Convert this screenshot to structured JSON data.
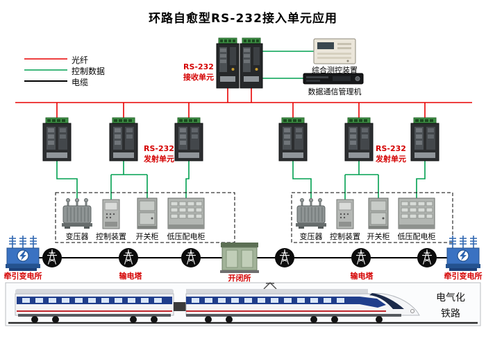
{
  "title": "环路自愈型RS-232接入单元应用",
  "colors": {
    "fiber_red": "#e80000",
    "control_green": "#00a050",
    "cable_black": "#000000",
    "label_red": "#d40000"
  },
  "legend": {
    "fiber": "光纤",
    "control_data": "控制数据",
    "cable": "电缆"
  },
  "head_end": {
    "receiver_label": "RS-232\n接收单元",
    "scada_label": "综合测控装置",
    "datacom_label": "数据通信管理机"
  },
  "transmitters": {
    "left_label": "RS-232\n发射单元",
    "right_label": "RS-232\n发射单元"
  },
  "equipment": {
    "left": {
      "transformer": "变压器",
      "control_device": "控制装置",
      "switchgear": "开关柜",
      "lv_panel": "低压配电柜"
    },
    "right": {
      "transformer": "变压器",
      "control_device": "控制装置",
      "switchgear": "开关柜",
      "lv_panel": "低压配电柜"
    }
  },
  "line_section": {
    "left_substation": "牵引变电所",
    "left_tower": "输电塔",
    "switching_post": "开闭所",
    "right_tower": "输电塔",
    "right_substation": "牵引变电所"
  },
  "railway": {
    "caption": "电气化\n铁路"
  }
}
